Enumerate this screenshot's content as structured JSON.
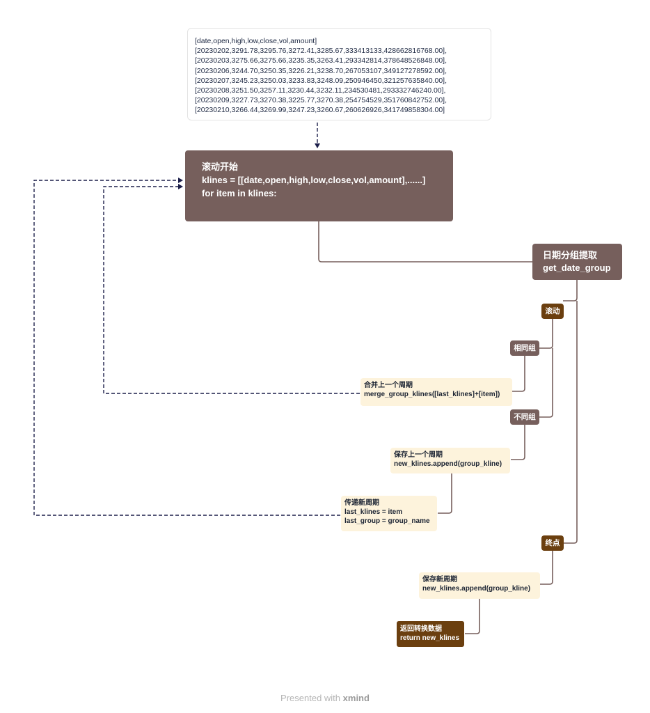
{
  "data_box": {
    "lines": [
      "[date,open,high,low,close,vol,amount]",
      "[20230202,3291.78,3295.76,3272.41,3285.67,333413133,428662816768.00],",
      "[20230203,3275.66,3275.66,3235.35,3263.41,293342814,378648526848.00],",
      "[20230206,3244.70,3250.35,3226.21,3238.70,267053107,349127278592.00],",
      "[20230207,3245.23,3250.03,3233.83,3248.09,250946450,321257635840.00],",
      "[20230208,3251.50,3257.11,3230.44,3232.11,234530481,293332746240.00],",
      "[20230209,3227.73,3270.38,3225.77,3270.38,254754529,351760842752.00],",
      "[20230210,3266.44,3269.99,3247.23,3260.67,260626926,341749858304.00]"
    ]
  },
  "root": {
    "line1": "滚动开始",
    "line2": "klines = [[date,open,high,low,close,vol,amount],......]",
    "line3": "for item in klines:"
  },
  "main_topic": {
    "line1": "日期分组提取",
    "line2": "get_date_group"
  },
  "tags": {
    "rolling": "滚动",
    "same_group": "相同组",
    "diff_group": "不同组",
    "end": "终点"
  },
  "notes": {
    "merge": {
      "line1": "合并上一个周期",
      "line2": "merge_group_klines([last_klines]+[item])"
    },
    "save_prev": {
      "line1": "保存上一个周期",
      "line2": "new_klines.append(group_kline)"
    },
    "pass_new": {
      "line1": "传递新周期",
      "line2": "last_klines = item",
      "line3": "last_group = group_name"
    },
    "save_new": {
      "line1": "保存新周期",
      "line2": "new_klines.append(group_kline)"
    }
  },
  "final": {
    "line1": "返回转换数据",
    "line2": "return new_klines"
  },
  "footer": {
    "text": "Presented with",
    "brand": "xmind"
  },
  "colors": {
    "topic": "#765f5c",
    "tag_dark": "#6b3f0f",
    "note_bg": "#fdf3dc",
    "dashed_line": "#1c1f4a"
  }
}
